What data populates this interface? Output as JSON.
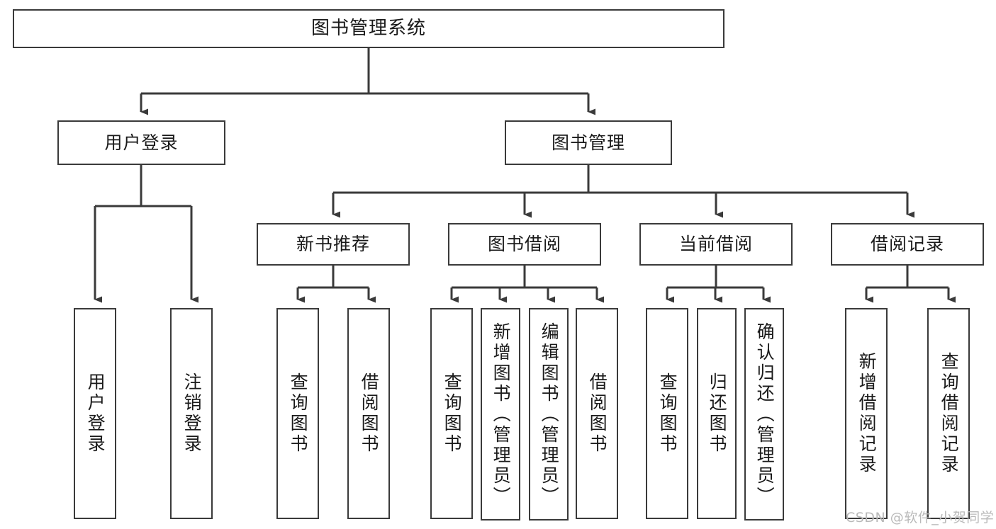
{
  "diagram": {
    "title": "图书管理系统",
    "type": "tree-hierarchy-chart",
    "orientation": "top-down",
    "line_color": "#3a3a3a",
    "box_fill": "#ffffff",
    "text_color": "#1a1a1a"
  },
  "nodes": {
    "root": {
      "label": "图书管理系统",
      "level": 0
    },
    "level1": [
      {
        "id": "user-login",
        "label": "用户登录",
        "level": 1
      },
      {
        "id": "book-management",
        "label": "图书管理",
        "level": 1
      }
    ],
    "level2": [
      {
        "id": "new-book-recommend",
        "label": "新书推荐",
        "level": 2,
        "parent": "book-management"
      },
      {
        "id": "book-borrow",
        "label": "图书借阅",
        "level": 2,
        "parent": "book-management"
      },
      {
        "id": "current-borrow",
        "label": "当前借阅",
        "level": 2,
        "parent": "book-management"
      },
      {
        "id": "borrow-record",
        "label": "借阅记录",
        "level": 2,
        "parent": "book-management"
      }
    ],
    "leaves": [
      {
        "id": "leaf-user-login",
        "label": "用户登录",
        "parent": "user-login"
      },
      {
        "id": "leaf-logout-login",
        "label": "注销登录",
        "parent": "user-login"
      },
      {
        "id": "leaf-query-book-1",
        "label": "查询图书",
        "parent": "new-book-recommend"
      },
      {
        "id": "leaf-borrow-book-1",
        "label": "借阅图书",
        "parent": "new-book-recommend"
      },
      {
        "id": "leaf-query-book-2",
        "label": "查询图书",
        "parent": "book-borrow"
      },
      {
        "id": "leaf-add-book",
        "label": "新增图书（管理员）",
        "parent": "book-borrow"
      },
      {
        "id": "leaf-edit-book",
        "label": "编辑图书（管理员）",
        "parent": "book-borrow"
      },
      {
        "id": "leaf-borrow-book-2",
        "label": "借阅图书",
        "parent": "book-borrow"
      },
      {
        "id": "leaf-query-book-3",
        "label": "查询图书",
        "parent": "current-borrow"
      },
      {
        "id": "leaf-return-book",
        "label": "归还图书",
        "parent": "current-borrow"
      },
      {
        "id": "leaf-confirm-return",
        "label": "确认归还（管理员）",
        "parent": "current-borrow"
      },
      {
        "id": "leaf-add-record",
        "label": "新增借阅记录",
        "parent": "borrow-record"
      },
      {
        "id": "leaf-query-record",
        "label": "查询借阅记录",
        "parent": "borrow-record"
      }
    ]
  },
  "watermark": {
    "text": "CSDN @软件_小贺同学"
  }
}
